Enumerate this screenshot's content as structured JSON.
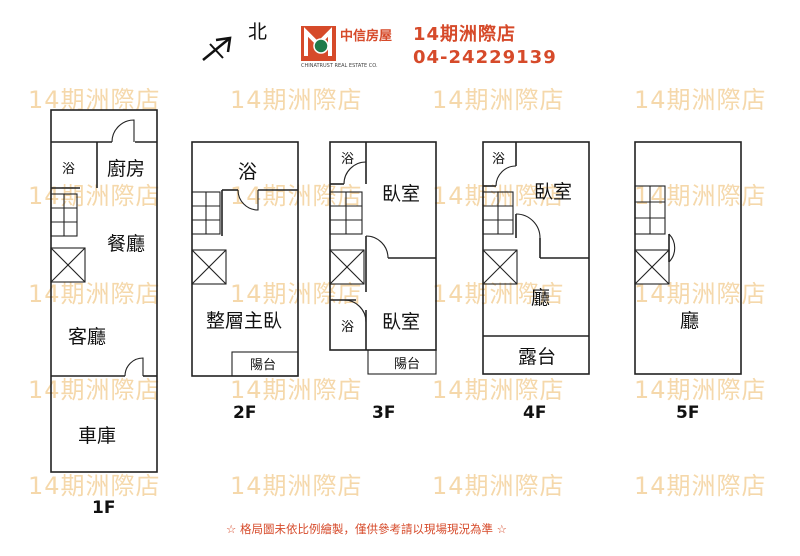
{
  "header": {
    "north_label": "北",
    "logo_name": "中信房屋",
    "logo_sub": "CHINATRUST REAL ESTATE CO.",
    "store_name": "14期洲際店",
    "phone": "04-24229139"
  },
  "watermark": "14期洲際店",
  "colors": {
    "brand": "#d64a2a",
    "watermark": "#f2cc8f",
    "wall": "#222222"
  },
  "floors": {
    "f1": {
      "label": "1F",
      "rooms": {
        "bath": "浴",
        "kitchen": "廚房",
        "dining": "餐廳",
        "living": "客廳",
        "garage": "車庫"
      }
    },
    "f2": {
      "label": "2F",
      "rooms": {
        "bath": "浴",
        "master": "整層主臥",
        "balcony": "陽台"
      }
    },
    "f3": {
      "label": "3F",
      "rooms": {
        "bath_top": "浴",
        "bedroom_top": "臥室",
        "bath_bottom": "浴",
        "bedroom_bottom": "臥室",
        "balcony": "陽台"
      }
    },
    "f4": {
      "label": "4F",
      "rooms": {
        "bath": "浴",
        "bedroom": "臥室",
        "hall": "廳",
        "terrace": "露台"
      }
    },
    "f5": {
      "label": "5F",
      "rooms": {
        "hall": "廳"
      }
    }
  },
  "footer_note": "☆ 格局圖未依比例繪製，僅供參考請以現場現況為準 ☆"
}
